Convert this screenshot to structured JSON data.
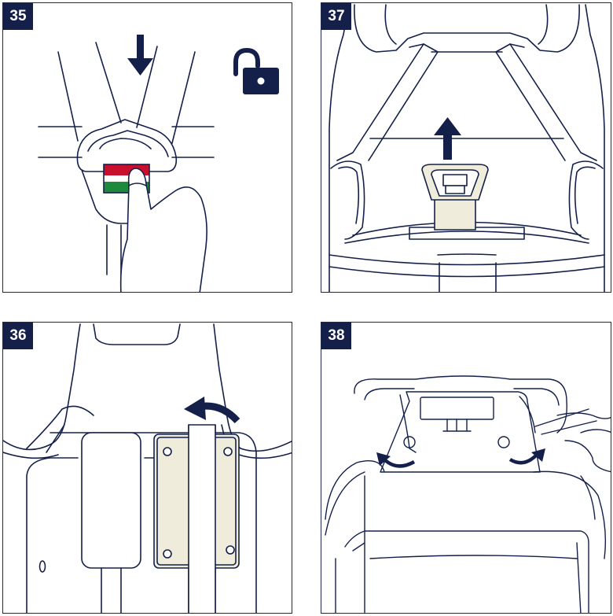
{
  "steps": [
    {
      "number": "35",
      "description": "press-release-button-unlock"
    },
    {
      "number": "37",
      "description": "pull-buckle-up-through-seat"
    },
    {
      "number": "36",
      "description": "rotate-and-remove-shoulder-pad"
    },
    {
      "number": "38",
      "description": "rotate-headrest-hooks-remove-cover"
    }
  ],
  "colors": {
    "outline": "#14204a",
    "badge": "#14204a",
    "pad_fill": "#efecdc",
    "indicator_red": "#c8102e",
    "indicator_green": "#1f8a3b"
  },
  "icons": [
    "down-arrow-icon",
    "unlocked-padlock-icon",
    "up-arrow-icon",
    "rotate-arrow-icon",
    "clockwise-arrow-icon",
    "counterclockwise-arrow-icon"
  ]
}
